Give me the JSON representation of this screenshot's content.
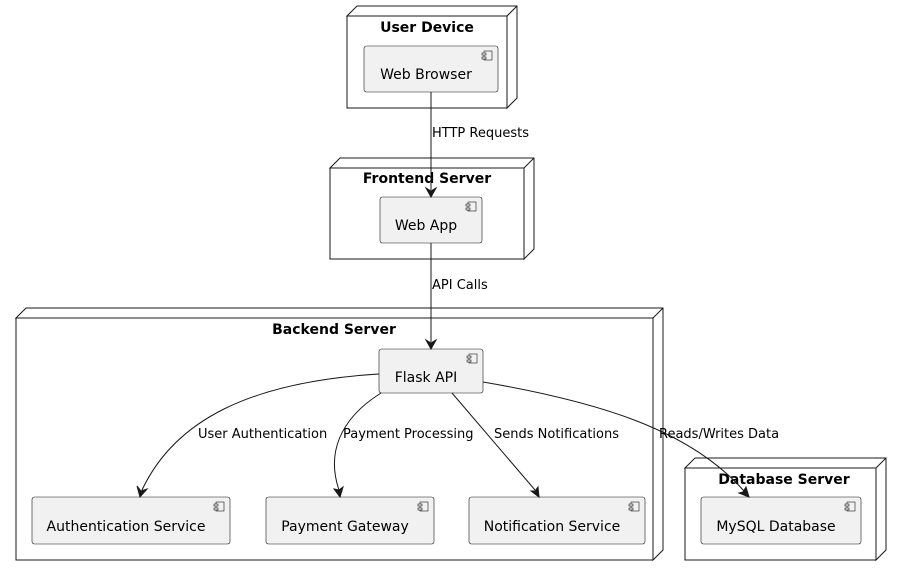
{
  "nodes": {
    "user_device": "User Device",
    "frontend_server": "Frontend Server",
    "backend_server": "Backend Server",
    "database_server": "Database Server"
  },
  "components": {
    "web_browser": "Web Browser",
    "web_app": "Web App",
    "flask_api": "Flask API",
    "authentication_service": "Authentication Service",
    "payment_gateway": "Payment Gateway",
    "notification_service": "Notification Service",
    "mysql_database": "MySQL Database"
  },
  "edges": {
    "http_requests": "HTTP Requests",
    "api_calls": "API Calls",
    "user_authentication": "User Authentication",
    "payment_processing": "Payment Processing",
    "sends_notifications": "Sends Notifications",
    "reads_writes_data": "Reads/Writes Data"
  }
}
